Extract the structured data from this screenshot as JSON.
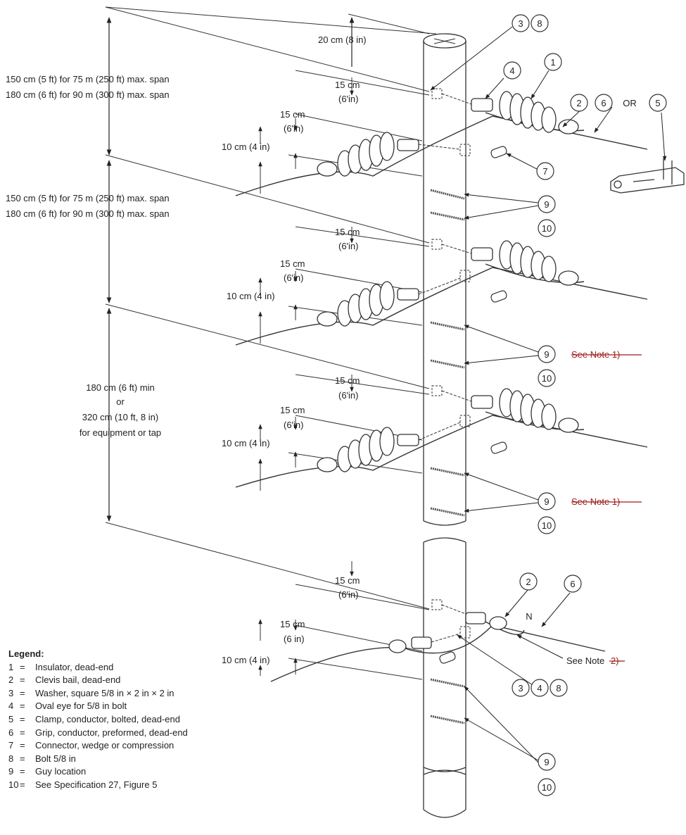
{
  "dimensions": {
    "top_spacing": "20 cm (8 in)",
    "upper_span_1a": "150 cm (5 ft) for 75 m (250 ft) max. span",
    "upper_span_1b": "180 cm (6 ft) for 90 m (300 ft) max. span",
    "upper_span_2a": "150 cm (5 ft) for 75 m (250 ft) max. span",
    "upper_span_2b": "180 cm (6 ft) for 90 m (300 ft) max. span",
    "lower_span_1": "180 cm (6 ft) min",
    "lower_span_2": "or",
    "lower_span_3": "320 cm (10 ft, 8 in)",
    "lower_span_4": "for equipment or tap",
    "bolt_offset_cm": "15 cm",
    "bolt_offset_in_a": "(6'in)",
    "bolt_offset_in_b": "(6 in)",
    "guy_offset": "10 cm (4 in)"
  },
  "callouts": {
    "c1": "1",
    "c2": "2",
    "c3": "3",
    "c4": "4",
    "c5": "5",
    "c6": "6",
    "c7": "7",
    "c8": "8",
    "c9": "9",
    "c10": "10",
    "or": "OR",
    "n": "N"
  },
  "notes": {
    "see_note_1": "See Note 1)",
    "see_note_2_prefix": "See Note ",
    "see_note_2_struck": "2)"
  },
  "legend": {
    "title": "Legend:",
    "items": [
      {
        "key": "1",
        "text": "Insulator, dead-end"
      },
      {
        "key": "2",
        "text": "Clevis bail, dead-end"
      },
      {
        "key": "3",
        "text": "Washer, square 5/8 in × 2 in × 2 in"
      },
      {
        "key": "4",
        "text": "Oval eye for 5/8 in bolt"
      },
      {
        "key": "5",
        "text": "Clamp, conductor, bolted, dead-end"
      },
      {
        "key": "6",
        "text": "Grip, conductor, preformed, dead-end"
      },
      {
        "key": "7",
        "text": "Connector, wedge or compression"
      },
      {
        "key": "8",
        "text": "Bolt 5/8 in"
      },
      {
        "key": "9",
        "text": "Guy location"
      },
      {
        "key": "10",
        "text": "See Specification 27, Figure 5"
      }
    ]
  }
}
